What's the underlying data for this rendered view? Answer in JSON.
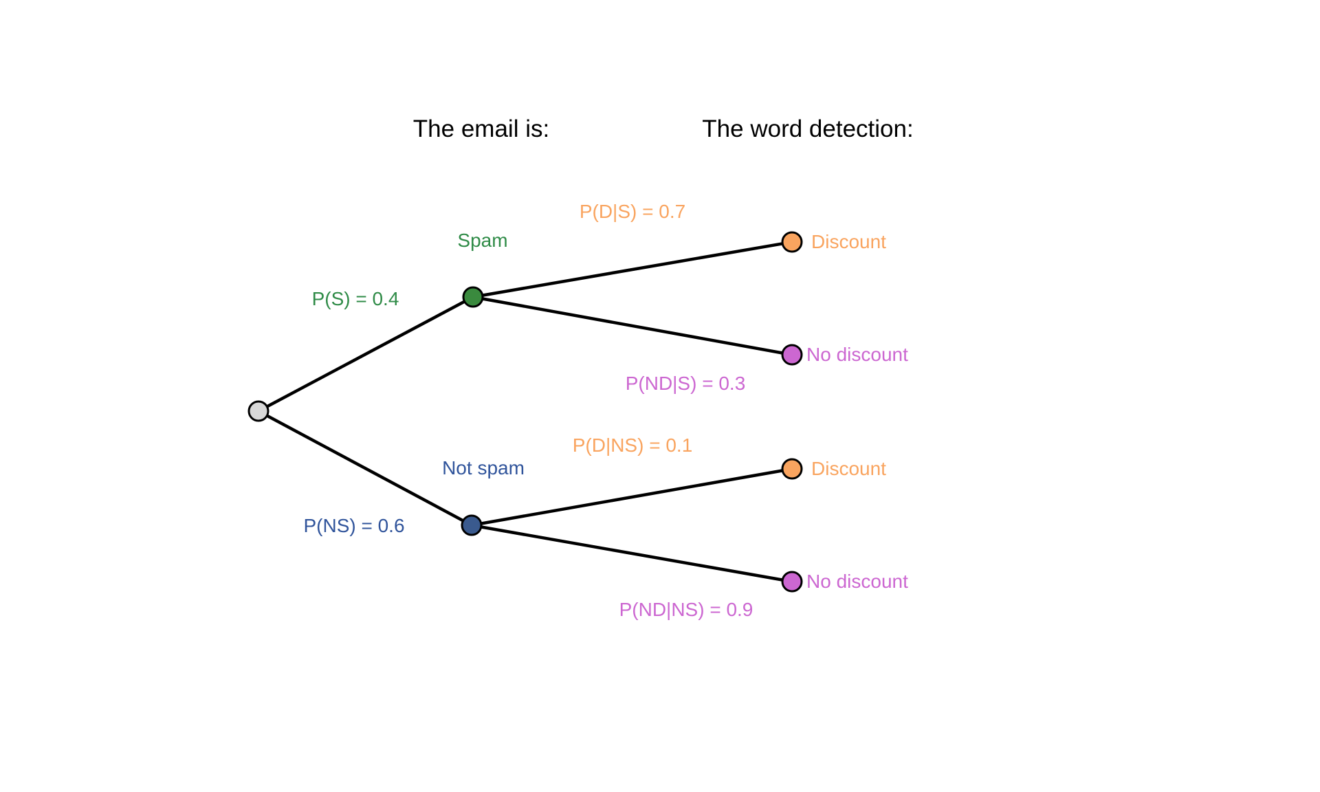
{
  "headers": {
    "email": "The email is:",
    "detection": "The word detection:"
  },
  "colors": {
    "green": "#2f8b47",
    "green_node": "#3a8a3e",
    "blue_text": "#30549b",
    "blue_node": "#3a5a8e",
    "orange": "#f9a45f",
    "orchid": "#cc67d1",
    "gray_node": "#d8d8d8",
    "edge": "#000000",
    "header_text": "#000000",
    "background": "#ffffff"
  },
  "tree": {
    "root": {
      "name": "start"
    },
    "level1": {
      "spam": {
        "label": "Spam",
        "probability": "P(S) = 0.4",
        "value": 0.4
      },
      "not_spam": {
        "label": "Not spam",
        "probability": "P(NS) = 0.6",
        "value": 0.6
      }
    },
    "level2": {
      "spam_discount": {
        "label": "Discount",
        "probability": "P(D|S) = 0.7",
        "value": 0.7
      },
      "spam_no_discount": {
        "label": "No discount",
        "probability": "P(ND|S) = 0.3",
        "value": 0.3
      },
      "not_spam_discount": {
        "label": "Discount",
        "probability": "P(D|NS) = 0.1",
        "value": 0.1
      },
      "not_spam_no_discount": {
        "label": "No discount",
        "probability": "P(ND|NS) = 0.9",
        "value": 0.9
      }
    }
  }
}
